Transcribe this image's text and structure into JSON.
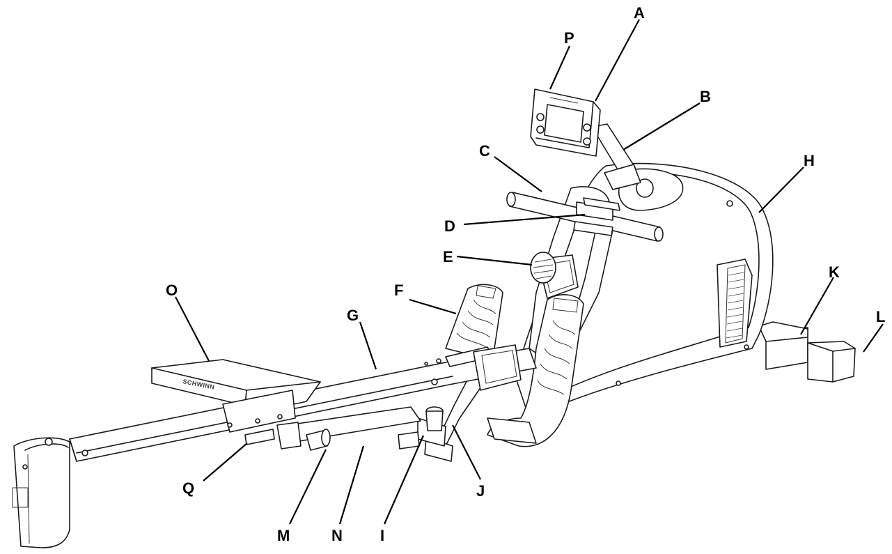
{
  "callouts": {
    "A": "A",
    "B": "B",
    "C": "C",
    "D": "D",
    "E": "E",
    "F": "F",
    "G": "G",
    "H": "H",
    "I": "I",
    "J": "J",
    "K": "K",
    "L": "L",
    "M": "M",
    "N": "N",
    "O": "O",
    "P": "P",
    "Q": "Q"
  },
  "seat_brand": "SCHWINN",
  "colors": {
    "line": "#1a1a1a",
    "background": "#ffffff",
    "label": "#000000"
  }
}
